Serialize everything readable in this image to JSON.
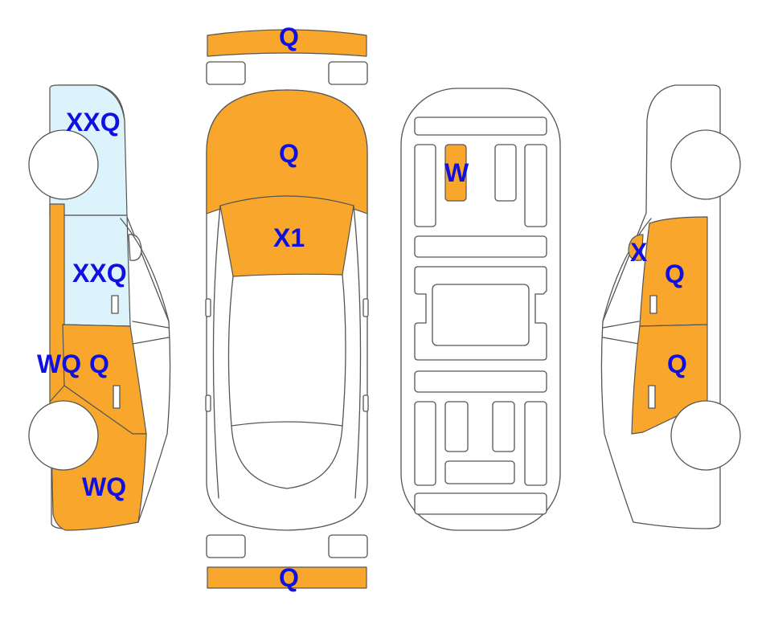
{
  "colors": {
    "damage": "#f9a72c",
    "glass": "#ddf3fb",
    "outline": "#555555",
    "label": "#1010e0",
    "background": "#ffffff"
  },
  "labels": {
    "front_bumper": "Q",
    "hood": "Q",
    "windshield": "X1",
    "rear_bumper": "Q",
    "floor_panel": "W",
    "left_rear_glass": "XXQ",
    "left_rear_door_glass": "XXQ",
    "left_rear_door": "Q",
    "left_rocker": "WQ",
    "left_front_fender": "WQ",
    "right_mirror": "X",
    "right_front_door": "Q",
    "right_rear_door": "Q"
  }
}
